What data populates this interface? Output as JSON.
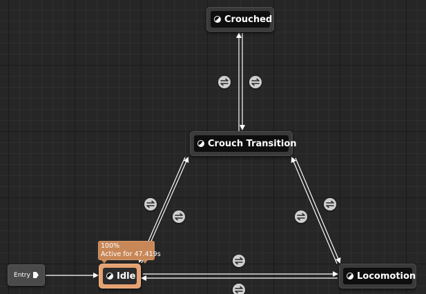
{
  "graph": {
    "states": {
      "crouched": {
        "label": "Crouched",
        "icon": "state-icon"
      },
      "crouch_transition": {
        "label": "Crouch Transition",
        "icon": "state-icon"
      },
      "idle": {
        "label": "Idle",
        "icon": "state-icon",
        "active": true
      },
      "locomotion": {
        "label": "Locomotion",
        "icon": "state-icon"
      }
    },
    "entry": {
      "label": "Entry",
      "icon": "play-arrow-icon"
    },
    "active_state_tooltip": {
      "weight": "100%",
      "active_time": "Active for 47.419s"
    },
    "transition_rule_icon": "transition-rule-icon",
    "colors": {
      "background": "#262626",
      "wire": "#ffffff",
      "active_state": "#e5a171",
      "tooltip": "#c88757",
      "rule_icon": "#cfcfcf"
    }
  }
}
